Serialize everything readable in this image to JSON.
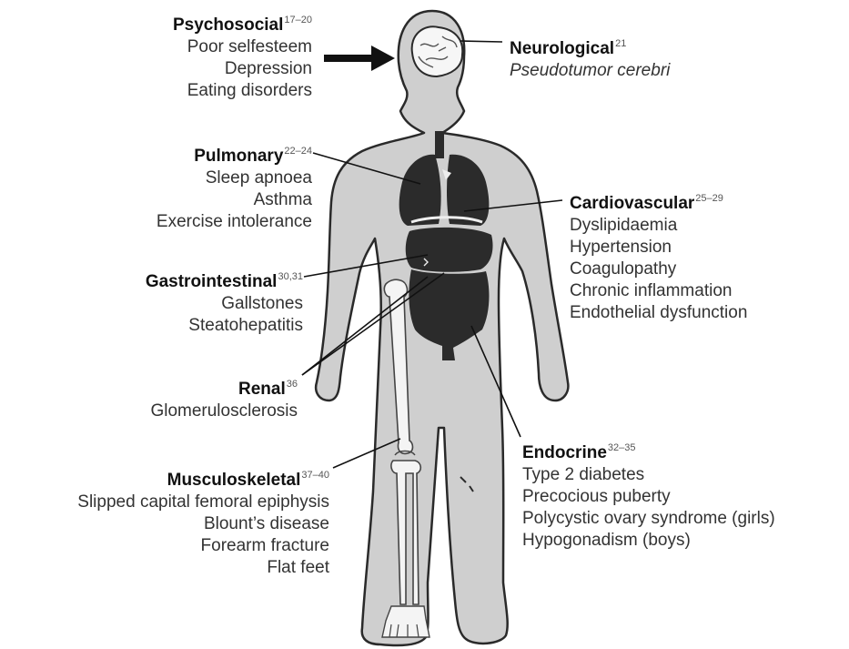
{
  "colors": {
    "body_fill": "#cfcfcf",
    "body_outline": "#2a2a2a",
    "organ_fill": "#2b2b2b",
    "bone_fill": "#f4f4f4",
    "brain_fill": "#f6f6f6",
    "leader_line": "#111111",
    "text": "#333333"
  },
  "groups": {
    "psychosocial": {
      "heading": "Psychosocial",
      "ref": "17–20",
      "items": [
        "Poor selfesteem",
        "Depression",
        "Eating disorders"
      ]
    },
    "neurological": {
      "heading": "Neurological",
      "ref": "21",
      "items": [
        "Pseudotumor cerebri"
      ]
    },
    "pulmonary": {
      "heading": "Pulmonary",
      "ref": "22–24",
      "items": [
        "Sleep apnoea",
        "Asthma",
        "Exercise intolerance"
      ]
    },
    "cardiovascular": {
      "heading": "Cardiovascular",
      "ref": "25–29",
      "items": [
        "Dyslipidaemia",
        "Hypertension",
        "Coagulopathy",
        "Chronic inflammation",
        "Endothelial dysfunction"
      ]
    },
    "gastrointestinal": {
      "heading": "Gastrointestinal",
      "ref": "30,31",
      "items": [
        "Gallstones",
        "Steatohepatitis"
      ]
    },
    "renal": {
      "heading": "Renal",
      "ref": "36",
      "items": [
        "Glomerulosclerosis"
      ]
    },
    "endocrine": {
      "heading": "Endocrine",
      "ref": "32–35",
      "items": [
        "Type 2 diabetes",
        "Precocious puberty",
        "Polycystic ovary syndrome (girls)",
        "Hypogonadism (boys)"
      ]
    },
    "musculoskeletal": {
      "heading": "Musculoskeletal",
      "ref": "37–40",
      "items": [
        "Slipped capital femoral epiphysis",
        "Blount’s disease",
        "Forearm fracture",
        "Flat feet"
      ]
    }
  }
}
